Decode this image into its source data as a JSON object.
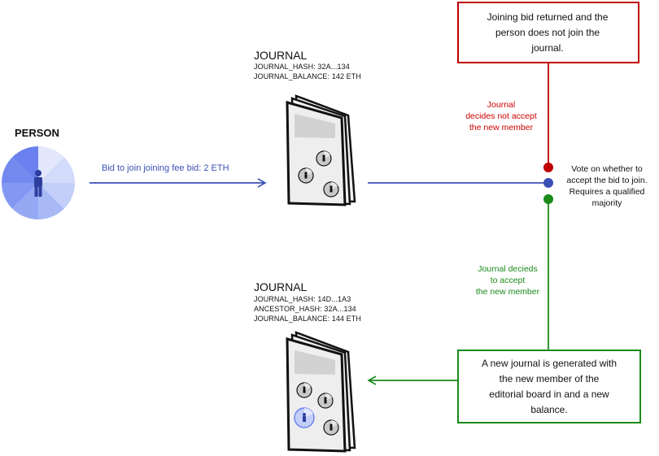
{
  "person": {
    "title": "PERSON"
  },
  "bid": {
    "label": "Bid to join joining fee bid: 2 ETH"
  },
  "journal_top": {
    "title": "JOURNAL",
    "hash": "JOURNAL_HASH: 32A...134",
    "balance": "JOURNAL_BALANCE: 142 ETH"
  },
  "journal_bottom": {
    "title": "JOURNAL",
    "hash": "JOURNAL_HASH: 14D...1A3",
    "ancestor": "ANCESTOR_HASH: 32A...134",
    "balance": "JOURNAL_BALANCE: 144 ETH"
  },
  "vote": {
    "line1": "Vote on whether to",
    "line2": "accept the bid to join.",
    "line3": "Requires a qualified",
    "line4": "majority"
  },
  "reject": {
    "label_line1": "Journal",
    "label_line2": "decides not accept",
    "label_line3": "the new member",
    "box_line1": "Joining bid returned and the",
    "box_line2": "person does not join the",
    "box_line3": "journal."
  },
  "accept": {
    "label_line1": "Journal decieds",
    "label_line2": "to accept",
    "label_line3": "the new member",
    "box_line1": "A new journal is generated with",
    "box_line2": "the new member of the",
    "box_line3": "editorial board in and a new",
    "box_line4": "balance."
  },
  "colors": {
    "blue": "#3a50b4",
    "red": "#c00000",
    "green": "#1a8a1a",
    "person_blue": "#6f86f0"
  }
}
